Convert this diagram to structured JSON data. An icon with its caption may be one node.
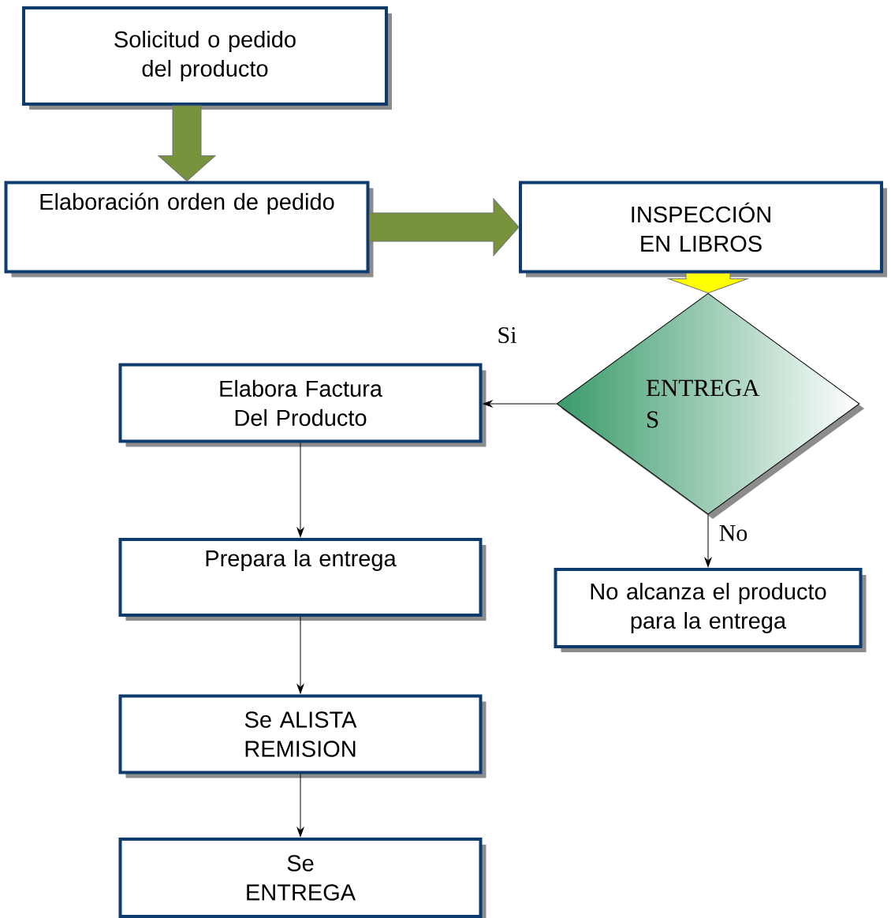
{
  "diagram": {
    "nodes": [
      {
        "text": [
          "Solicitud o pedido del producto"
        ]
      },
      {
        "text": [
          "Elaboración orden de pedido"
        ]
      },
      {
        "text": [
          "INSPECCIÓN EN LIBROS"
        ]
      },
      {
        "text": [
          "ENTREGA S"
        ]
      },
      {
        "text": [
          "Elabora Factura Del Producto"
        ]
      },
      {
        "text": [
          "Prepara la entrega"
        ]
      },
      {
        "text": [
          "Se ALISTA REMISION"
        ]
      },
      {
        "text": [
          "Se ENTREGA"
        ]
      },
      {
        "text": [
          "No alcanza el producto para la entrega"
        ]
      }
    ],
    "edges": [
      {
        "from": 0,
        "to": 1,
        "arrow": "to",
        "style": "thick",
        "color": "#77933c"
      },
      {
        "from": 1,
        "to": 2,
        "arrow": "to",
        "style": "thick",
        "color": "#77933c"
      },
      {
        "from": 2,
        "to": 3,
        "arrow": "to",
        "style": "thick",
        "color": "#ffff00"
      },
      {
        "from": 3,
        "to": 4,
        "arrow": "to",
        "label": "Si"
      },
      {
        "from": 3,
        "to": 8,
        "arrow": "to",
        "label": "No"
      },
      {
        "from": 4,
        "to": 5,
        "arrow": "to"
      },
      {
        "from": 5,
        "to": 6,
        "arrow": "to"
      },
      {
        "from": 6,
        "to": 7,
        "arrow": "to"
      }
    ]
  }
}
